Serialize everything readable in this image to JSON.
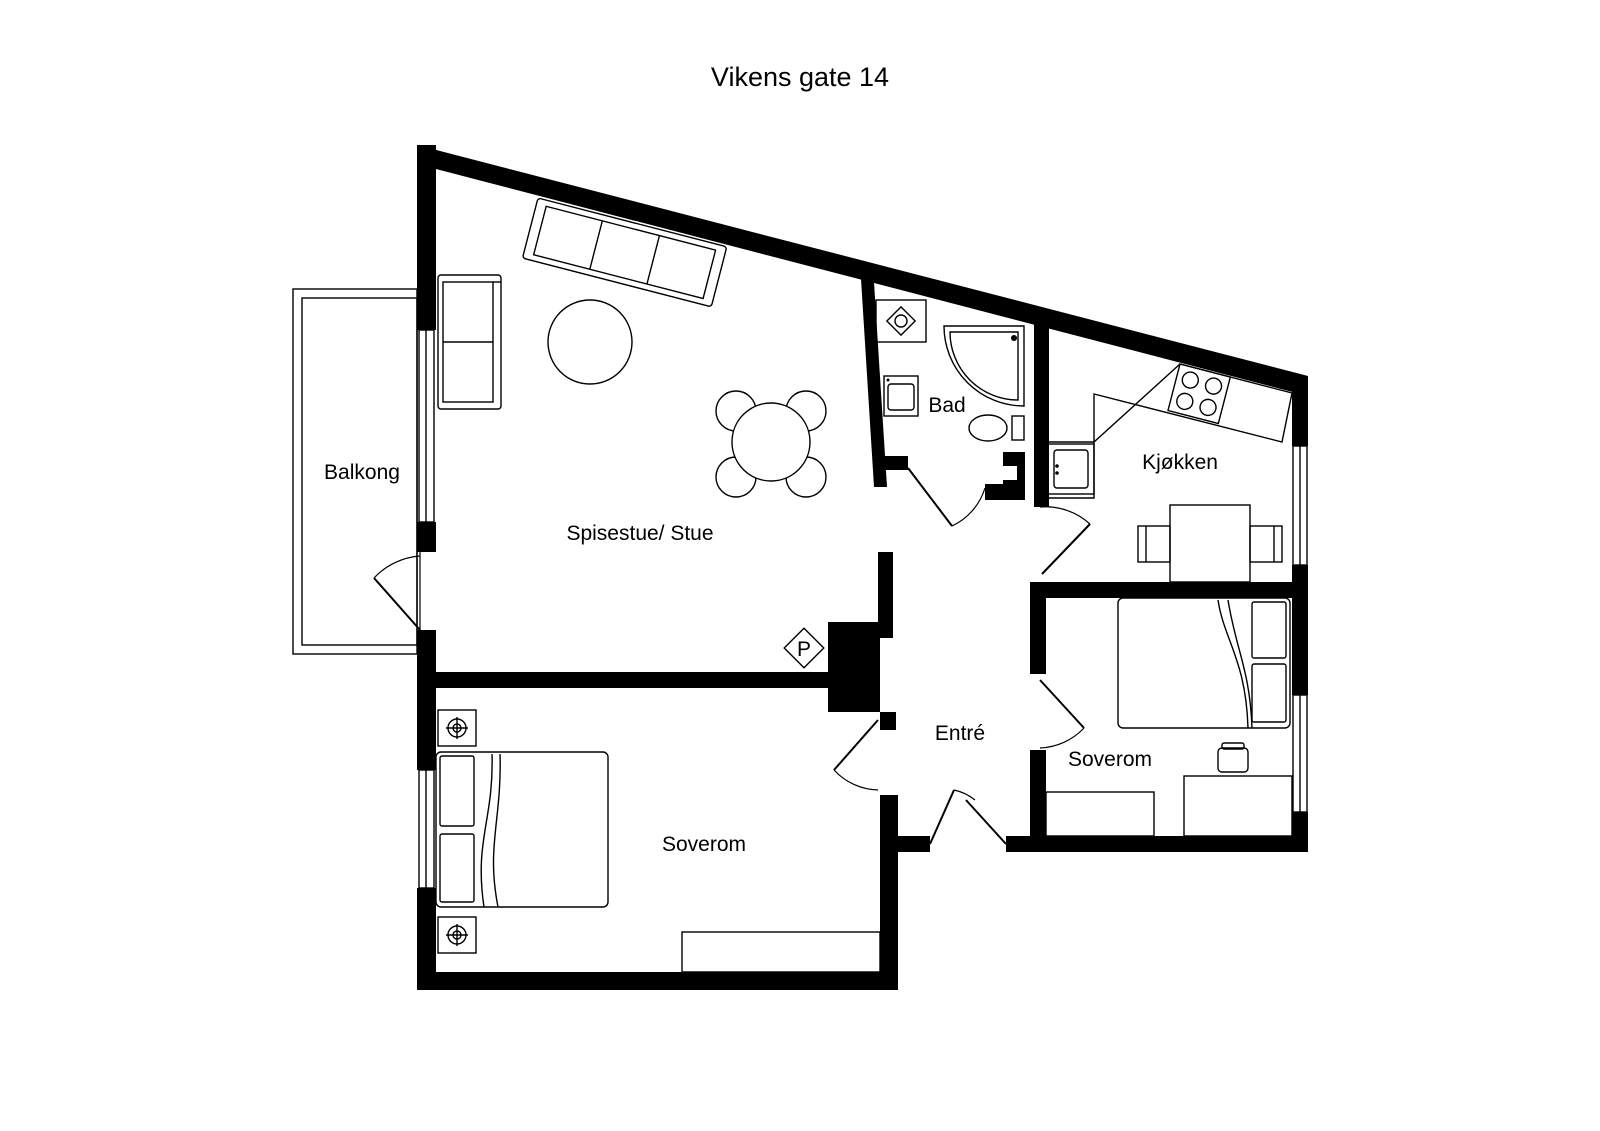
{
  "plan": {
    "title": "Vikens gate 14",
    "rooms": {
      "living": "Spisestue/ Stue",
      "balcony": "Balkong",
      "bath": "Bad",
      "kitchen": "Kjøkken",
      "entry": "Entré",
      "bedroom_left": "Soverom",
      "bedroom_right": "Soverom"
    },
    "parking_symbol": "P"
  }
}
